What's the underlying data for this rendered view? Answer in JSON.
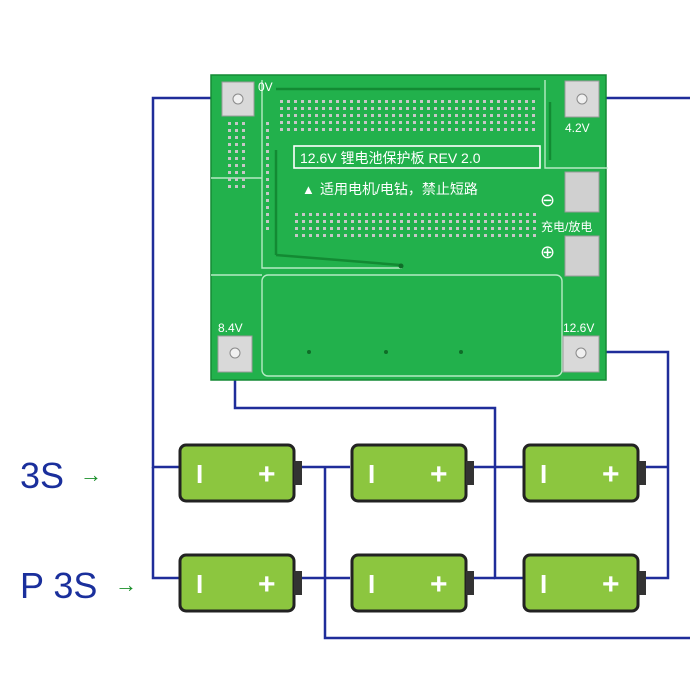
{
  "board": {
    "title": "12.6V 锂电池保护板 REV 2.0",
    "warning": "适用电机/电钻，禁止短路",
    "charge_discharge": "充电/放电",
    "minus_symbol": "⊖",
    "plus_symbol": "⊕",
    "warning_symbol": "▲",
    "pads": {
      "p0v": "0V",
      "p42": "4.2V",
      "p84": "8.4V",
      "p126": "12.6V"
    }
  },
  "labels": {
    "row1": "3S",
    "row2": "P 3S"
  },
  "battery": {
    "minus": "I",
    "plus": "+"
  },
  "colors": {
    "board": "#22b14c",
    "board_dark": "#159338",
    "wire": "#1f2d9a",
    "battery_fill": "#8cc63f",
    "battery_stroke": "#222222",
    "arrow": "#1a8f2a",
    "label": "#1a2f9c"
  }
}
